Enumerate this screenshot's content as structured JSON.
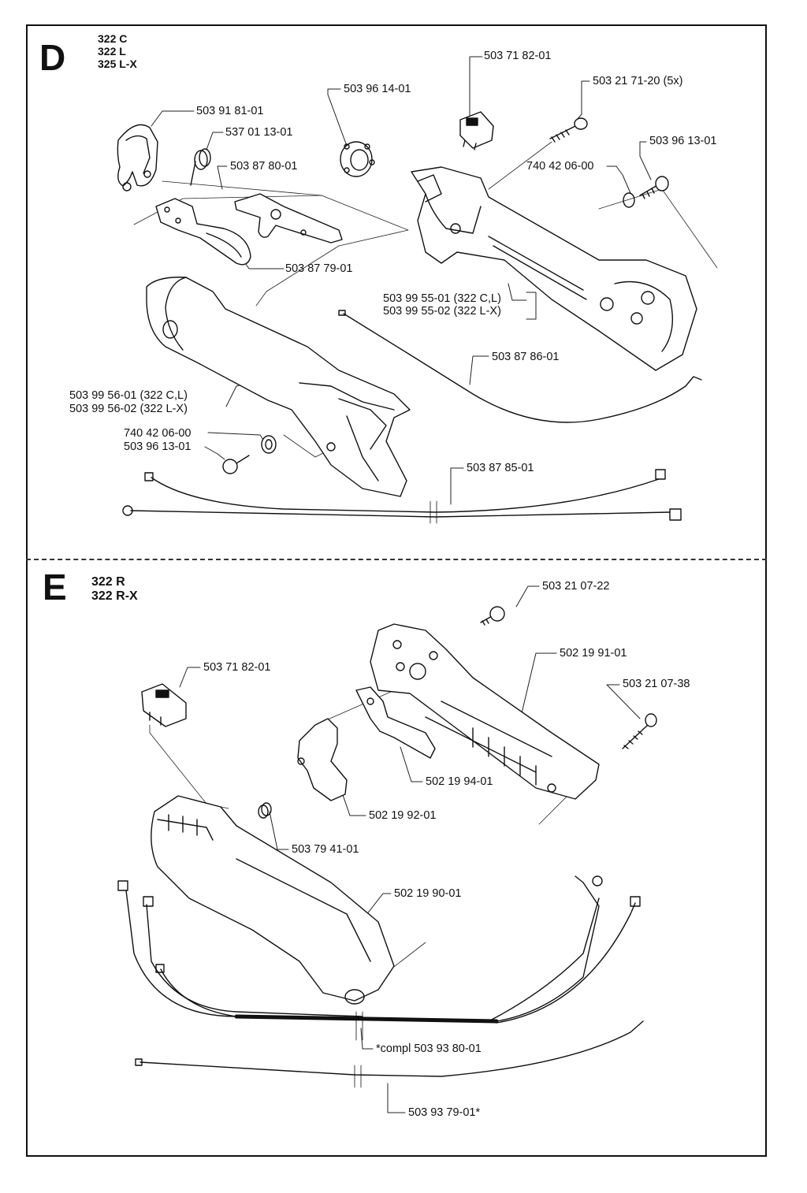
{
  "sections": {
    "d": {
      "letter": "D",
      "models": [
        "322 C",
        "322 L",
        "325 L-X"
      ],
      "labels": {
        "p1": "503 71 82-01",
        "p2": "503 21 71-20 (5x)",
        "p3": "503 96 14-01",
        "p4": "503 96 13-01",
        "p5": "503 91 81-01",
        "p6": "537 01 13-01",
        "p7": "740 42 06-00",
        "p8": "503 87 80-01",
        "p9": "503 87 79-01",
        "p10a": "503 99 55-01 (322 C,L)",
        "p10b": "503 99 55-02 (322 L-X)",
        "p11": "503 87 86-01",
        "p12a": "503 99 56-01 (322 C,L)",
        "p12b": "503 99 56-02 (322 L-X)",
        "p13": "740 42 06-00",
        "p14": "503 96 13-01",
        "p15": "503 87 85-01"
      }
    },
    "e": {
      "letter": "E",
      "models": [
        "322 R",
        "322 R-X"
      ],
      "labels": {
        "q1": "503 21 07-22",
        "q2": "502 19 91-01",
        "q3": "503 71 82-01",
        "q4": "503 21 07-38",
        "q5": "502 19 94-01",
        "q6": "502 19 92-01",
        "q7": "503 79 41-01",
        "q8": "502 19 90-01",
        "q9": "*compl 503 93 80-01",
        "q10": "503 93 79-01*"
      }
    }
  }
}
